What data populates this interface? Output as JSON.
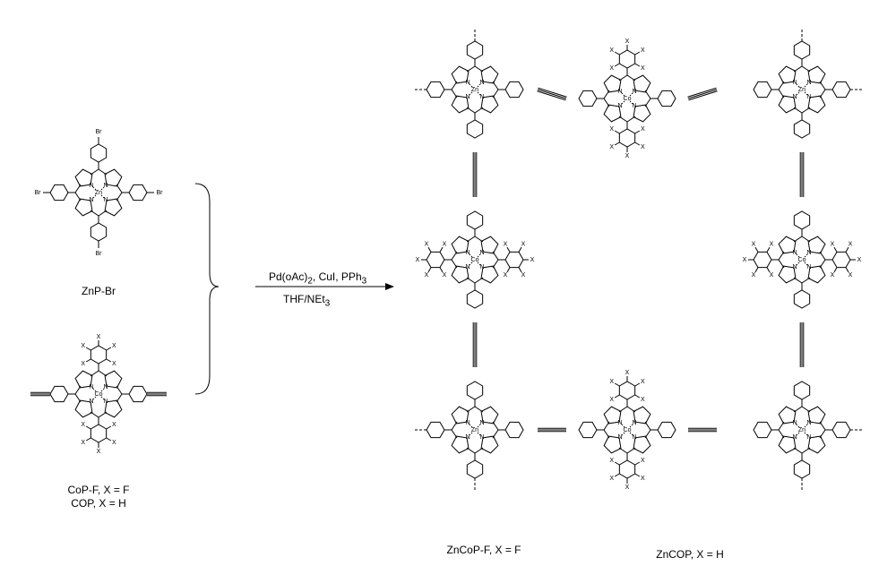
{
  "reactants": {
    "znp_label": "ZnP-Br",
    "cop_label_1": "CoP-F, X = F",
    "cop_label_2": "COP, X = H"
  },
  "conditions": {
    "above_arrow": "Pd(oAc)2, CuI, PPh3",
    "below_arrow": "THF/NEt3"
  },
  "products": {
    "label_1": "ZnCoP-F, X = F",
    "label_2": "ZnCOP, X = H"
  },
  "atoms": {
    "zn": "Zn",
    "co": "Co",
    "n": "N",
    "br": "Br",
    "x": "X"
  }
}
